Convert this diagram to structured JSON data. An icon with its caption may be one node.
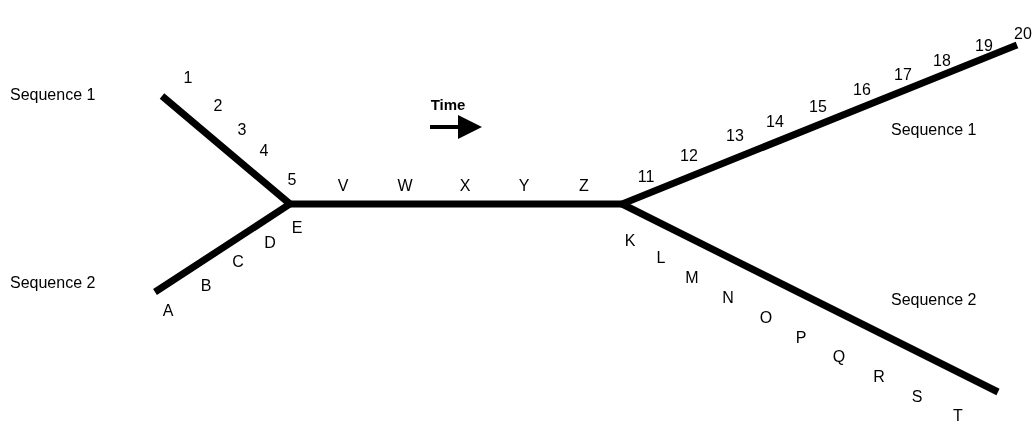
{
  "diagram": {
    "labels": [
      "Sequence 1",
      "1",
      "2",
      "3",
      "4",
      "5",
      "Sequence 2",
      "A",
      "B",
      "C",
      "D",
      "E",
      "Time",
      "V",
      "W",
      "X",
      "Y",
      "Z",
      "11",
      "12",
      "13",
      "14",
      "15",
      "16",
      "17",
      "18",
      "19",
      "20",
      "Sequence 1",
      "K",
      "L",
      "M",
      "N",
      "O",
      "P",
      "Q",
      "R",
      "S",
      "T",
      "Sequence 2"
    ]
  }
}
